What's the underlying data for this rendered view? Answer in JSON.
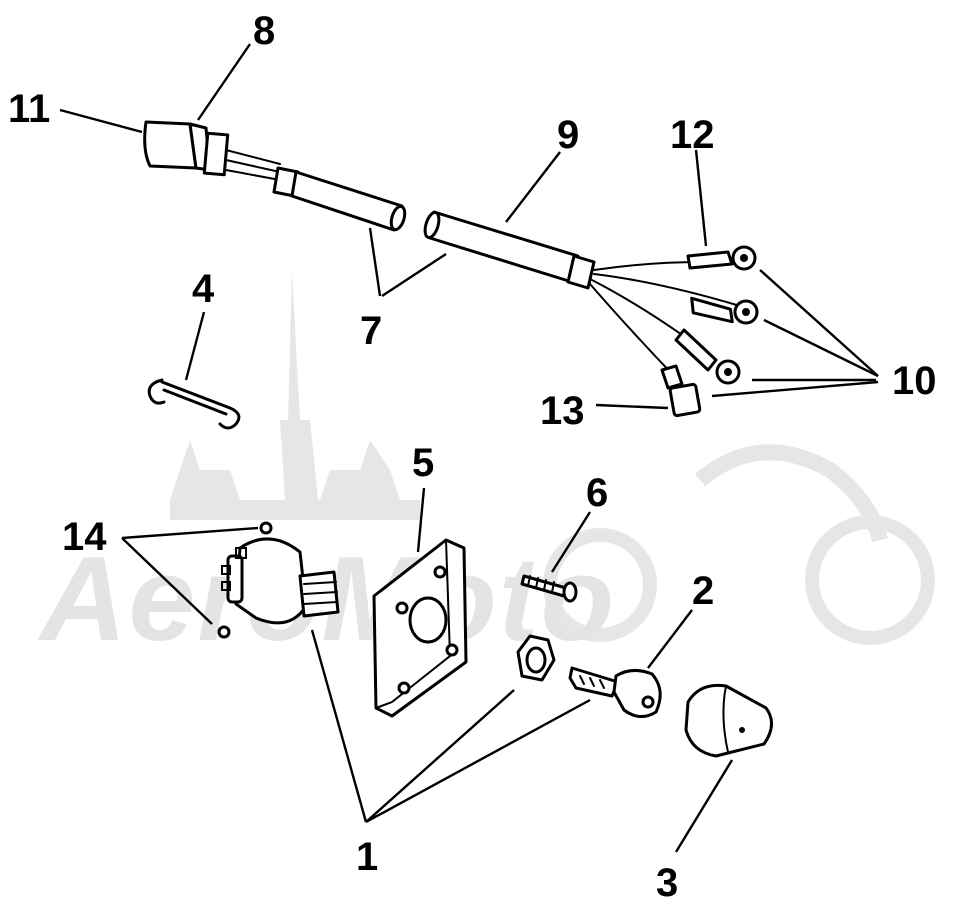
{
  "diagram": {
    "watermark_text": "AeroMoto",
    "callouts": {
      "c1": "1",
      "c2": "2",
      "c3": "3",
      "c4": "4",
      "c5": "5",
      "c6": "6",
      "c7": "7",
      "c8": "8",
      "c9": "9",
      "c10": "10",
      "c11": "11",
      "c12": "12",
      "c13": "13",
      "c14": "14"
    },
    "parts": [
      {
        "id": 1,
        "name": "ignition-switch-assembly"
      },
      {
        "id": 2,
        "name": "key"
      },
      {
        "id": 3,
        "name": "boot"
      },
      {
        "id": 4,
        "name": "retainer-clip"
      },
      {
        "id": 5,
        "name": "mounting-plate"
      },
      {
        "id": 6,
        "name": "screw"
      },
      {
        "id": 7,
        "name": "wire-harness"
      },
      {
        "id": 8,
        "name": "connector-sleeve"
      },
      {
        "id": 9,
        "name": "harness-sleeve"
      },
      {
        "id": 10,
        "name": "ring-terminals"
      },
      {
        "id": 11,
        "name": "connector"
      },
      {
        "id": 12,
        "name": "terminal-sleeve"
      },
      {
        "id": 13,
        "name": "spade-terminal"
      },
      {
        "id": 14,
        "name": "nuts"
      }
    ]
  }
}
